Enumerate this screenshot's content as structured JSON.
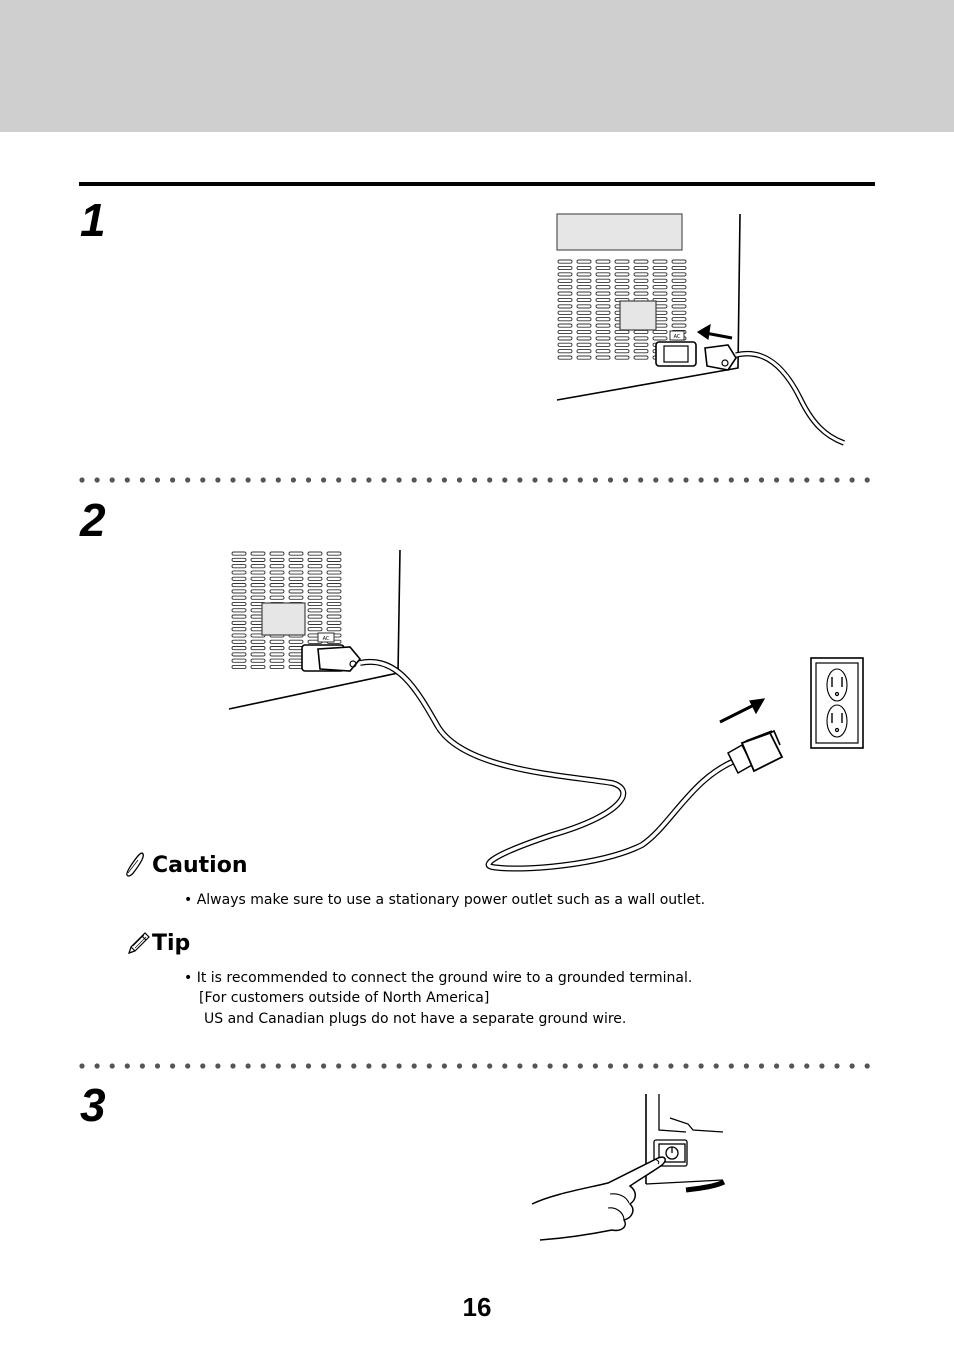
{
  "steps": [
    {
      "number": "1"
    },
    {
      "number": "2"
    },
    {
      "number": "3"
    }
  ],
  "illustrations": {
    "ac_label": "AC"
  },
  "caution": {
    "heading": "Caution",
    "items": [
      "Always make sure to use a stationary power outlet such as a wall outlet."
    ]
  },
  "tip": {
    "heading": "Tip",
    "items": [
      "It is recommended to connect the ground wire to a grounded terminal."
    ],
    "sub_lines": [
      "[For customers outside of North America]",
      "US and Canadian plugs do not have a separate ground wire."
    ]
  },
  "page_number": "16"
}
